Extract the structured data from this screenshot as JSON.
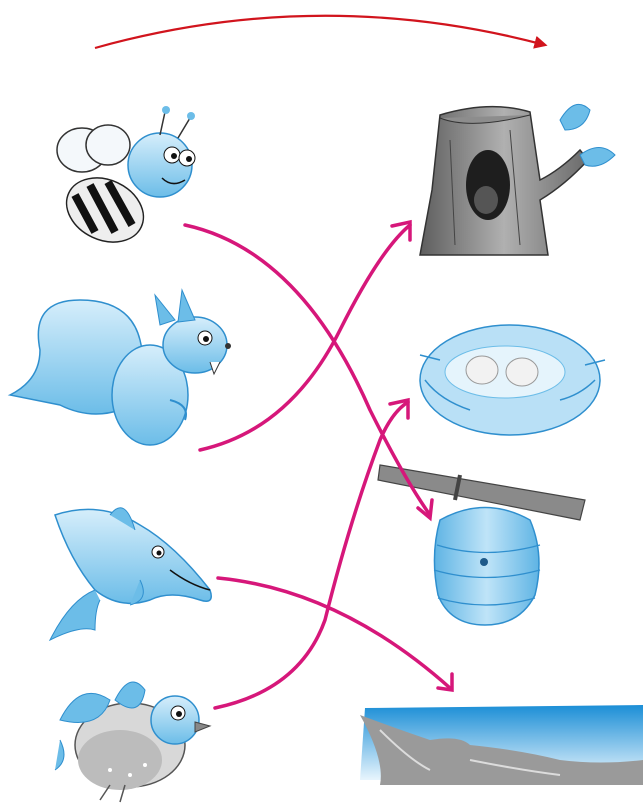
{
  "worksheet": {
    "direction_arrow": {
      "color": "#d1141d"
    },
    "match_line_color": "#d6177a",
    "animals": [
      {
        "name": "bee",
        "icon": "bee-icon"
      },
      {
        "name": "squirrel",
        "icon": "squirrel-icon"
      },
      {
        "name": "dolphin",
        "icon": "dolphin-icon"
      },
      {
        "name": "bird",
        "icon": "bird-icon"
      }
    ],
    "homes": [
      {
        "name": "tree-hollow",
        "icon": "tree-hollow-icon"
      },
      {
        "name": "nest",
        "icon": "nest-icon"
      },
      {
        "name": "beehive",
        "icon": "beehive-icon"
      },
      {
        "name": "sea",
        "icon": "sea-icon"
      }
    ],
    "matches": [
      {
        "from": "bee",
        "to": "beehive"
      },
      {
        "from": "squirrel",
        "to": "tree-hollow"
      },
      {
        "from": "dolphin",
        "to": "sea"
      },
      {
        "from": "bird",
        "to": "nest"
      }
    ],
    "colors": {
      "light_blue": "#a9d8f2",
      "mid_blue": "#6cbde8",
      "dark_blue": "#2f8fce",
      "grey": "#8a8a8a"
    }
  }
}
